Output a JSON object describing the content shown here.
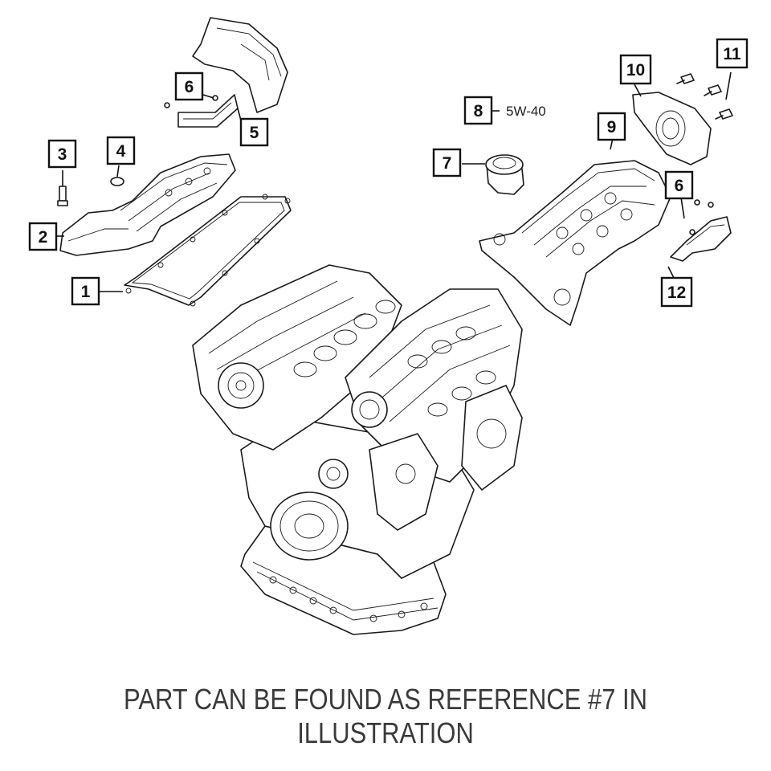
{
  "callouts": {
    "c1": "1",
    "c2": "2",
    "c3": "3",
    "c4": "4",
    "c5": "5",
    "c6_left": "6",
    "c6_right": "6",
    "c7": "7",
    "c8": "8",
    "c9": "9",
    "c10": "10",
    "c11": "11",
    "c12": "12"
  },
  "oil_spec": "5W-40",
  "caption": "PART CAN BE FOUND AS REFERENCE #7 IN ILLUSTRATION",
  "colors": {
    "line": "#1a1a1a",
    "caption": "#3a3a3a",
    "background": "#ffffff"
  }
}
